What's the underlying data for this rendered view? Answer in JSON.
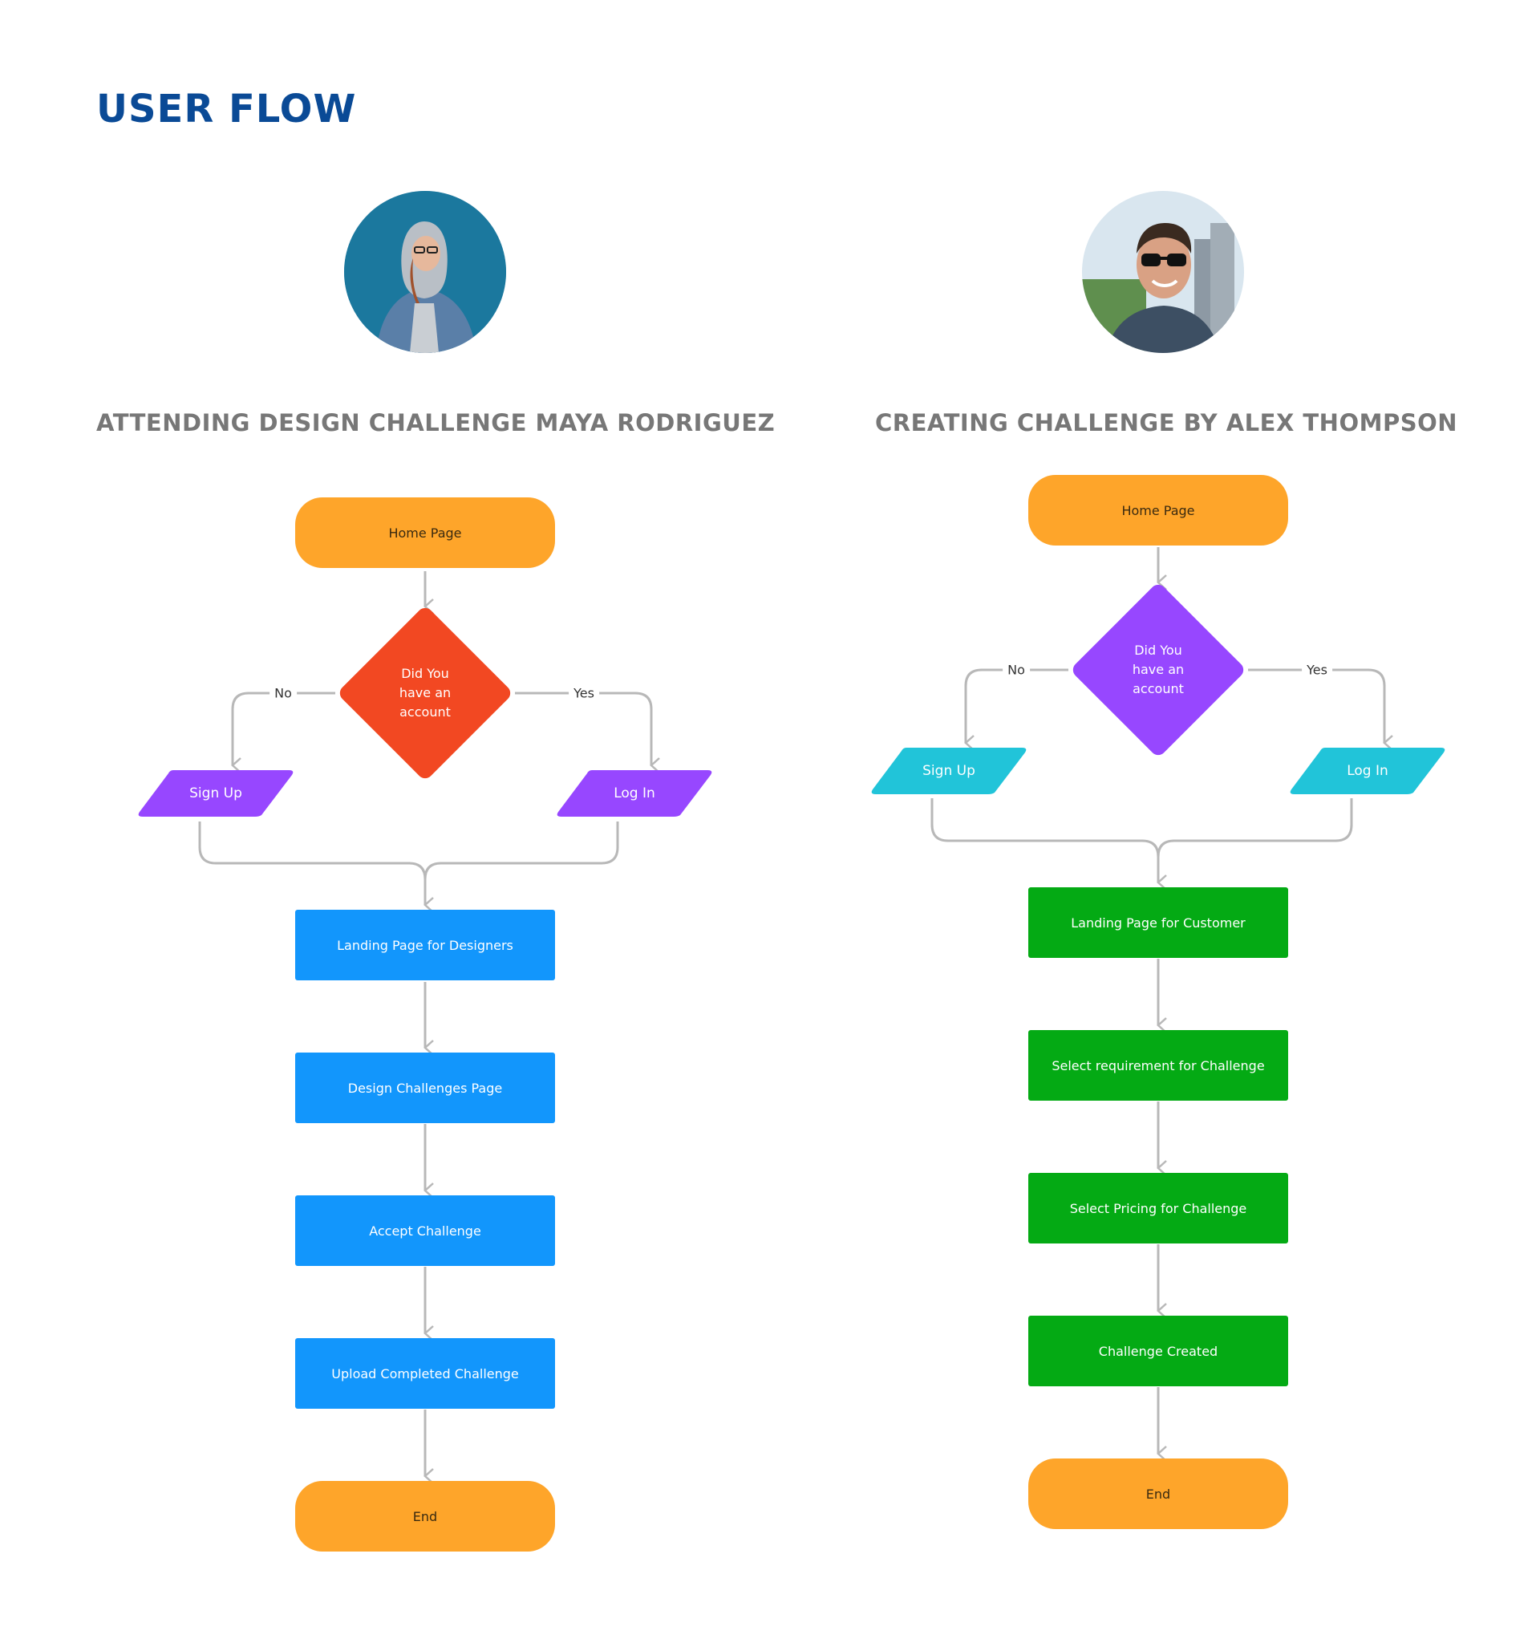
{
  "page": {
    "title": "USER FLOW"
  },
  "colors": {
    "terminal": "#fea52a",
    "decision_left": "#f24822",
    "decision_right": "#9747ff",
    "io_left": "#9747ff",
    "io_right": "#21c4d9",
    "process_left": "#1296fc",
    "process_right": "#04aa14",
    "connector": "#b8b8b8",
    "title": "#0a4a96"
  },
  "flows": [
    {
      "title": "ATTENDING DESIGN CHALLENGE MAYA RODRIGUEZ",
      "avatar": "designer-avatar",
      "start": "Home Page",
      "decision": "Did You have an account",
      "no_label": "No",
      "yes_label": "Yes",
      "no_action": "Sign Up",
      "yes_action": "Log In",
      "steps": [
        "Landing Page for Designers",
        "Design Challenges Page",
        "Accept Challenge",
        "Upload Completed Challenge"
      ],
      "end": "End"
    },
    {
      "title": "CREATING CHALLENGE BY ALEX THOMPSON",
      "avatar": "customer-avatar",
      "start": "Home Page",
      "decision": "Did You have an account",
      "no_label": "No",
      "yes_label": "Yes",
      "no_action": "Sign Up",
      "yes_action": "Log In",
      "steps": [
        "Landing Page for Customer",
        "Select requirement for Challenge",
        "Select Pricing for Challenge",
        "Challenge Created"
      ],
      "end": "End"
    }
  ]
}
